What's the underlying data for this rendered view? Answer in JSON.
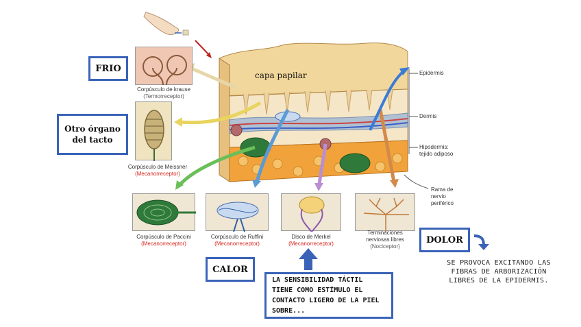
{
  "boxes": {
    "frio": "FRIO",
    "otro_organo": "Otro órgano del tacto",
    "calor": "CALOR",
    "dolor": "DOLOR",
    "sensibilidad": "LA SENSIBILIDAD TÁCTIL TIENE COMO ESTÍMULO EL CONTACTO LIGERO DE LA PIEL SOBRE..."
  },
  "skin": {
    "capa_papilar": "capa papilar",
    "epidermis": "Epidermis",
    "dermis": "Dermis",
    "hipodermis": "Hipodermis:",
    "tejido": "tejido adiposo",
    "rama1": "Rama de",
    "rama2": "nervio",
    "rama3": "periférico"
  },
  "receptors": {
    "krause_name": "Corpúsculo de krause",
    "krause_type": "(Termorreceptor)",
    "meissner_name": "Corpúsculo de Meissner",
    "meissner_type": "(Mecanorreceptor)",
    "paccini_name": "Corpúsculo de Paccini",
    "paccini_type": "(Mecanorreceptor)",
    "ruffini_name": "Corpúsculo de Ruffini",
    "ruffini_type": "(Mecanorreceptor)",
    "merkel_name": "Disco de Merkel",
    "merkel_type": "(Mecanorreceptor)",
    "libres_name1": "Terminaciones",
    "libres_name2": "nerviosas libres",
    "libres_type": "(Nociceptor)"
  },
  "dolor_note": "SE PROVOCA EXCITANDO LAS FIBRAS DE ARBORIZACIÓN LIBRES DE LA EPIDERMIS.",
  "colors": {
    "box_border": "#3a63b8",
    "mechano_red": "#d9261c",
    "arrow_blue": "#3a63b8"
  }
}
